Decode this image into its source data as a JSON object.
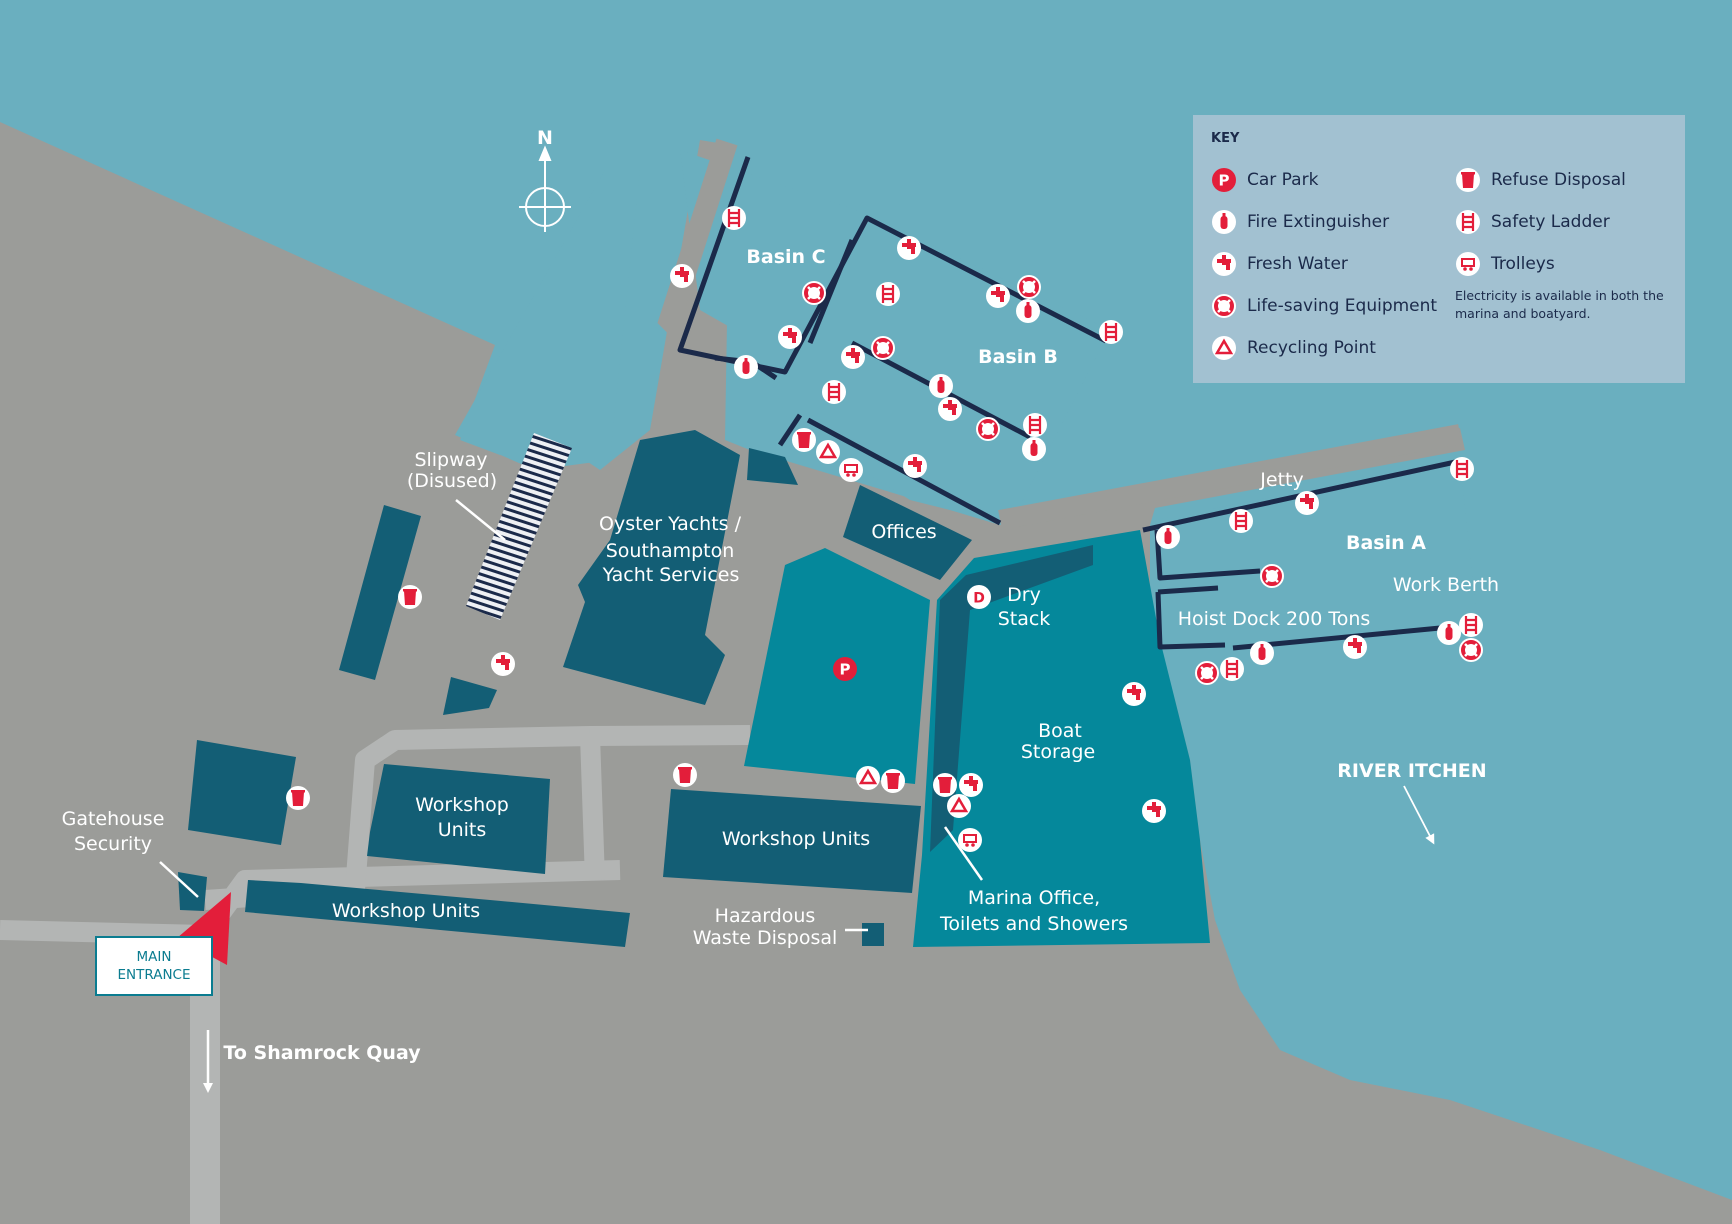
{
  "compass": {
    "north_label": "N"
  },
  "labels": {
    "basin_c": "Basin  C",
    "basin_b": "Basin  B",
    "basin_a": "Basin  A",
    "jetty": "Jetty",
    "work_berth": "Work Berth",
    "hoist_dock": "Hoist Dock 200 Tons",
    "slipway_1": "Slipway",
    "slipway_2": "(Disused)",
    "oyster_1": "Oyster Yachts /",
    "oyster_2": "Southampton",
    "oyster_3": "Yacht Services",
    "offices": "Offices",
    "dry_1": "Dry",
    "dry_2": "Stack",
    "boat_1": "Boat",
    "boat_2": "Storage",
    "river": "RIVER ITCHEN",
    "workshop_a_1": "Workshop",
    "workshop_a_2": "Units",
    "workshop_b": "Workshop Units",
    "workshop_c": "Workshop Units",
    "gatehouse_1": "Gatehouse",
    "gatehouse_2": "Security",
    "hazard_1": "Hazardous",
    "hazard_2": "Waste Disposal",
    "marina_1": "Marina Office,",
    "marina_2": "Toilets and Showers",
    "shamrock": "To Shamrock Quay"
  },
  "entrance": {
    "line1": "MAIN",
    "line2": "ENTRANCE"
  },
  "key": {
    "title": "KEY",
    "left": [
      {
        "icon": "car-park-icon",
        "label": "Car Park"
      },
      {
        "icon": "fire-extinguisher-icon",
        "label": "Fire Extinguisher"
      },
      {
        "icon": "fresh-water-icon",
        "label": "Fresh Water"
      },
      {
        "icon": "life-saving-icon",
        "label": "Life-saving Equipment"
      },
      {
        "icon": "recycling-icon",
        "label": "Recycling Point"
      }
    ],
    "right": [
      {
        "icon": "refuse-icon",
        "label": "Refuse Disposal"
      },
      {
        "icon": "safety-ladder-icon",
        "label": "Safety Ladder"
      },
      {
        "icon": "trolley-icon",
        "label": "Trolleys"
      }
    ],
    "note": "Electricity is available in both the marina and boatyard."
  },
  "icon_glyphs": {
    "car_park": "P",
    "dry_stack": "D"
  },
  "colors": {
    "water": "#6aafbf",
    "land": "#9b9c99",
    "road": "#b3b5b4",
    "building": "#135e75",
    "storage": "#05889b",
    "pontoon": "#1b2a4a",
    "icon_red": "#e31e3a",
    "key_bg": "#a2c1d1"
  }
}
